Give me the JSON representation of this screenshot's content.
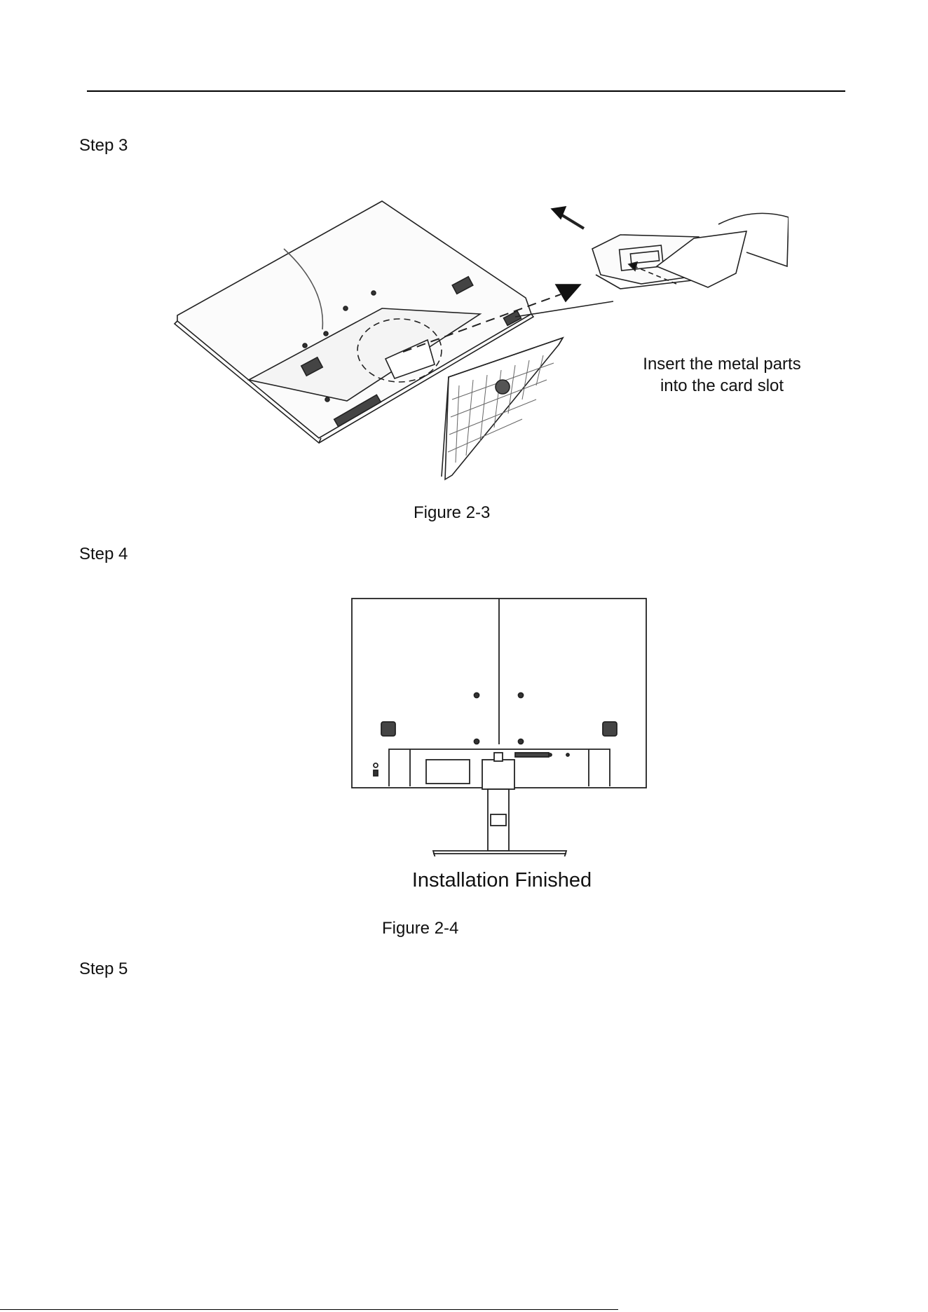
{
  "page": {
    "steps": {
      "step3": "Step 3",
      "step4": "Step 4",
      "step5": "Step 5"
    },
    "figure_2_3": {
      "caption": "Figure 2-3",
      "note_line1": "Insert the metal parts",
      "note_line2": "into the card slot"
    },
    "figure_2_4": {
      "caption": "Figure 2-4",
      "label": "Installation Finished"
    }
  }
}
